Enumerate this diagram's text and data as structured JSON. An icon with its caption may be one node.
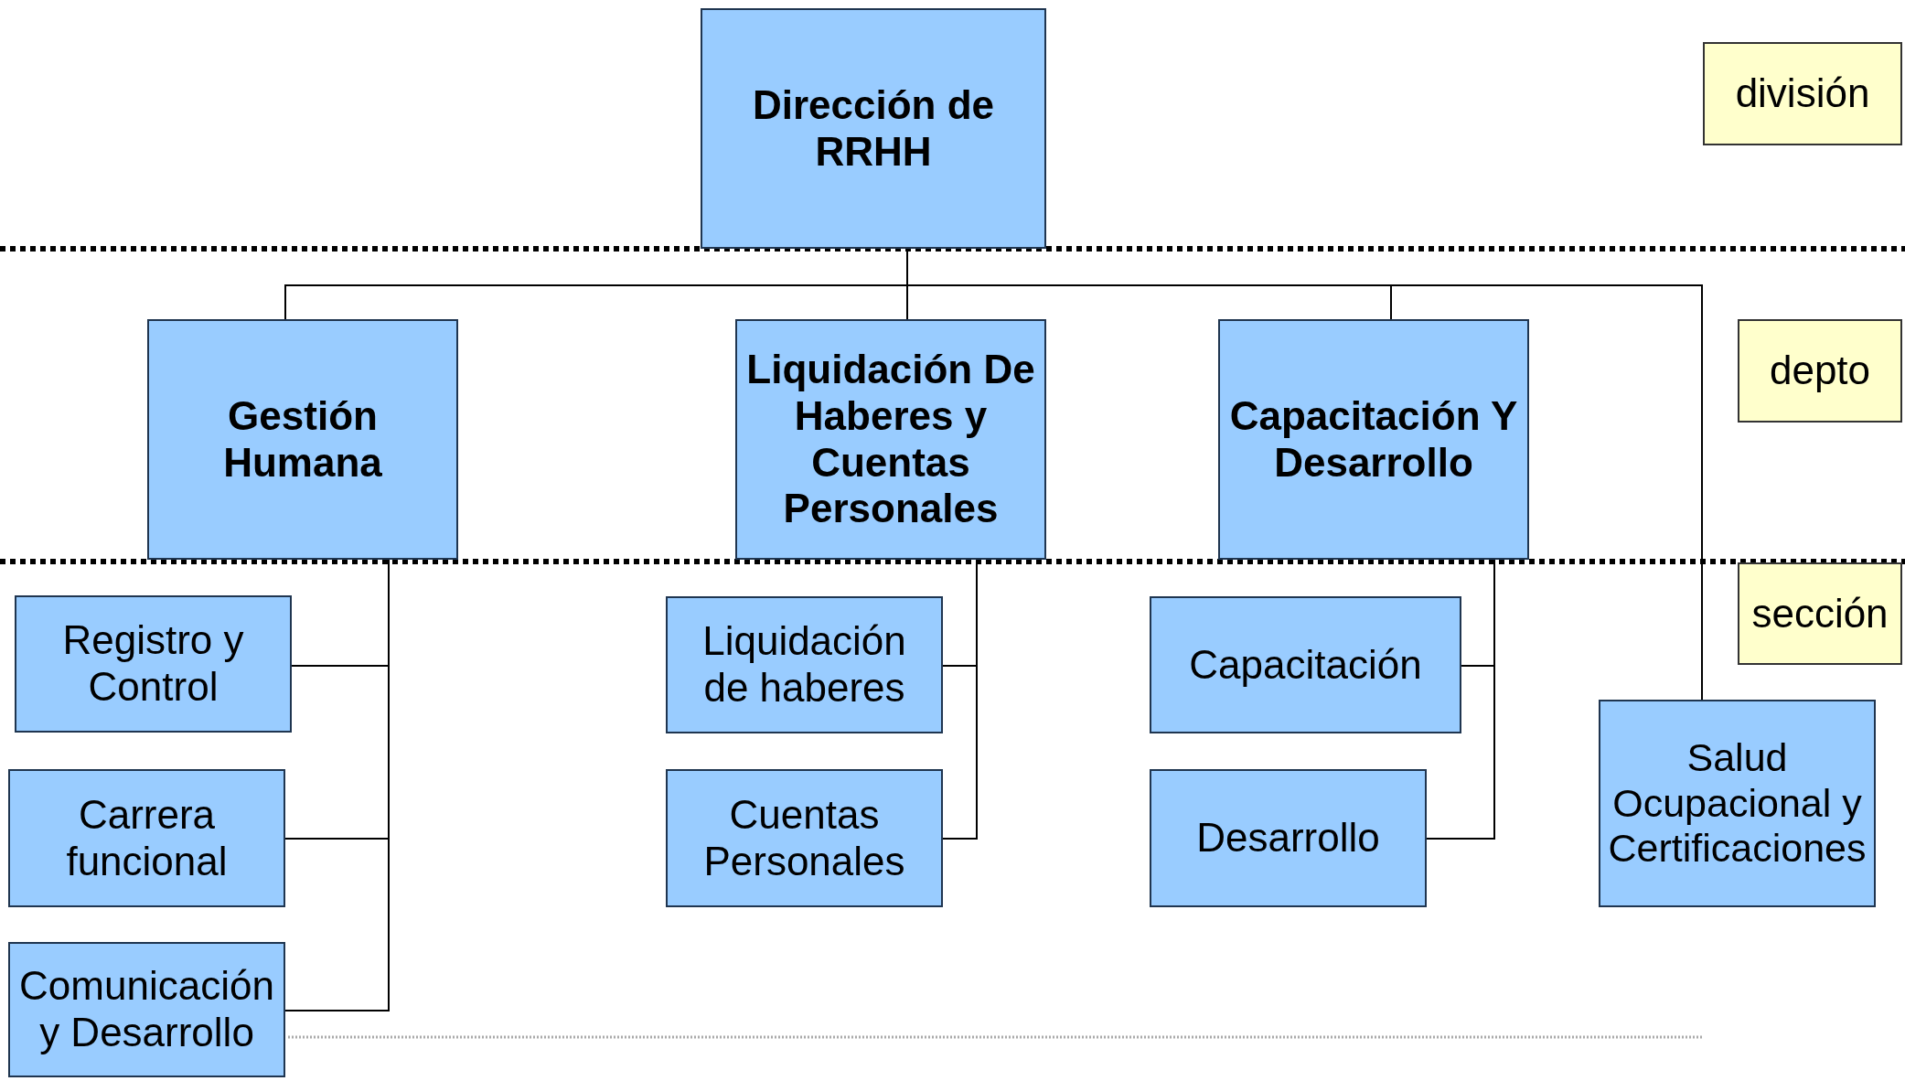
{
  "diagram": {
    "nodes": [
      {
        "text": [
          "Dirección de RRHH"
        ]
      },
      {
        "text": [
          "Gestión Humana"
        ]
      },
      {
        "text": [
          "Liquidación De Haberes y Cuentas Personales"
        ]
      },
      {
        "text": [
          "Capacitación Y Desarrollo"
        ]
      },
      {
        "text": [
          "Registro y Control"
        ]
      },
      {
        "text": [
          "Carrera funcional"
        ]
      },
      {
        "text": [
          "Comunicación y Desarrollo"
        ]
      },
      {
        "text": [
          "Liquidación de haberes"
        ]
      },
      {
        "text": [
          "Cuentas Personales"
        ]
      },
      {
        "text": [
          "Capacitación"
        ]
      },
      {
        "text": [
          "Desarrollo"
        ]
      },
      {
        "text": [
          "Salud Ocupacional y Certificaciones"
        ]
      },
      {
        "text": [
          "división"
        ]
      },
      {
        "text": [
          "depto"
        ]
      },
      {
        "text": [
          "sección"
        ]
      }
    ],
    "edges": [
      {
        "from": 0,
        "to": 1,
        "arrow": "none"
      },
      {
        "from": 0,
        "to": 2,
        "arrow": "none"
      },
      {
        "from": 0,
        "to": 3,
        "arrow": "none"
      },
      {
        "from": 0,
        "to": 11,
        "arrow": "none"
      },
      {
        "from": 1,
        "to": 4,
        "arrow": "none"
      },
      {
        "from": 1,
        "to": 5,
        "arrow": "none"
      },
      {
        "from": 1,
        "to": 6,
        "arrow": "none"
      },
      {
        "from": 2,
        "to": 7,
        "arrow": "none"
      },
      {
        "from": 2,
        "to": 8,
        "arrow": "none"
      },
      {
        "from": 3,
        "to": 9,
        "arrow": "none"
      },
      {
        "from": 3,
        "to": 10,
        "arrow": "none"
      }
    ]
  }
}
